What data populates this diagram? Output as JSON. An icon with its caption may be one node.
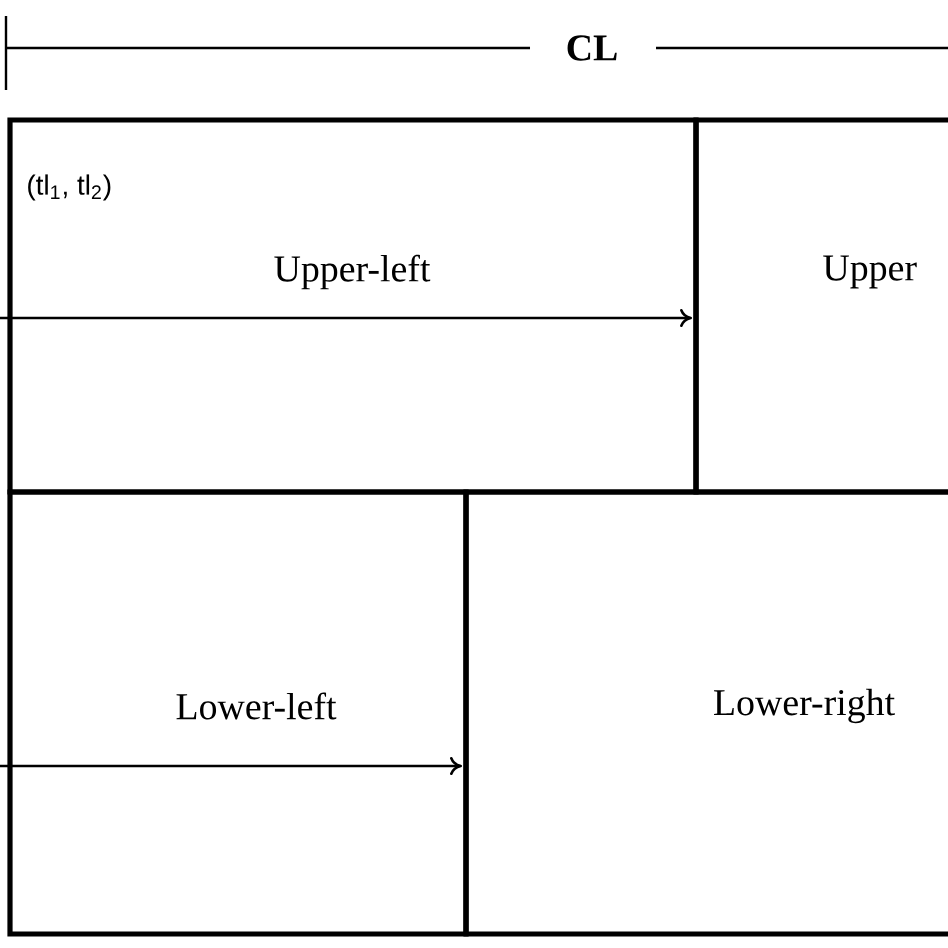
{
  "diagram": {
    "nodes": [
      {
        "text": [
          "(tl$_{1}$, tl$_{2}$)",
          "Upper-left"
        ]
      },
      {
        "text": [
          "Upper"
        ]
      },
      {
        "text": [
          "Lower-left"
        ]
      },
      {
        "text": [
          "Lower-right"
        ]
      }
    ],
    "labels": [
      "CL"
    ]
  }
}
